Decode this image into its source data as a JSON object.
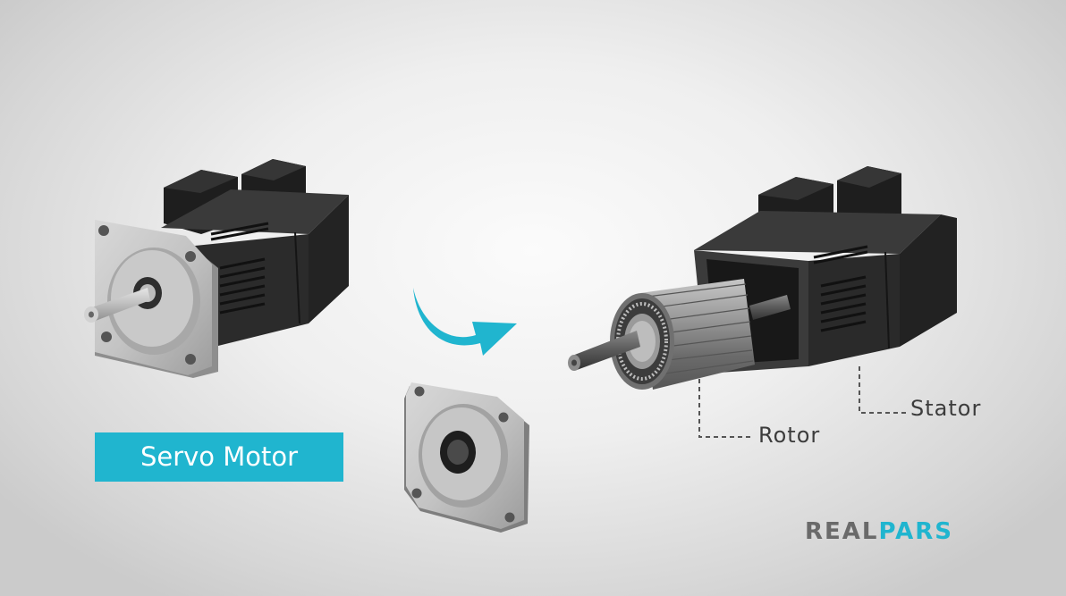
{
  "labels": {
    "main": "Servo Motor",
    "rotor": "Rotor",
    "stator": "Stator"
  },
  "logo": {
    "part1": "REAL",
    "part2": "PARS"
  },
  "colors": {
    "accent": "#20b5cf",
    "motor_body": "#2a2a2a",
    "flange": "#b9b9b9",
    "logo_gray": "#6a6a6a"
  },
  "icons": {
    "arrow": "curved-arrow-icon"
  }
}
